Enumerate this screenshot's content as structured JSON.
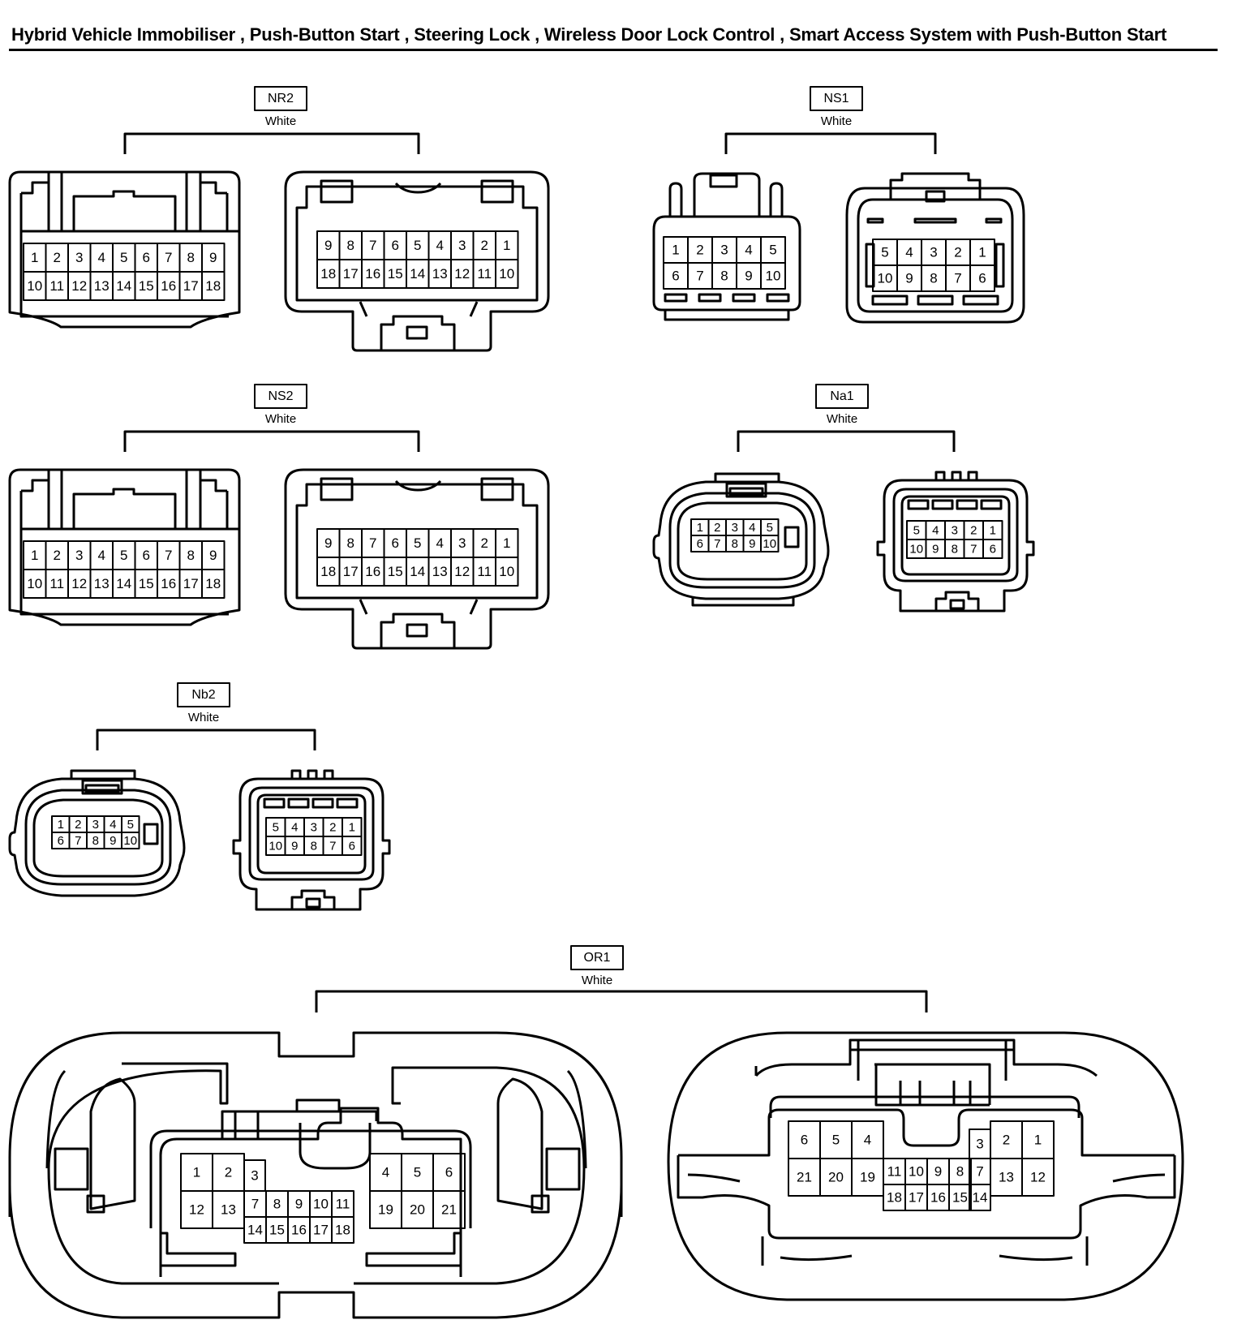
{
  "page": {
    "title": "Hybrid Vehicle Immobiliser , Push-Button Start , Steering Lock , Wireless Door Lock Control , Smart Access System with Push-Button Start"
  },
  "connectors": [
    {
      "id": "NR2",
      "color": "White",
      "left_rows": [
        [
          "1",
          "2",
          "3",
          "4",
          "5",
          "6",
          "7",
          "8",
          "9"
        ],
        [
          "10",
          "11",
          "12",
          "13",
          "14",
          "15",
          "16",
          "17",
          "18"
        ]
      ],
      "right_rows": [
        [
          "9",
          "8",
          "7",
          "6",
          "5",
          "4",
          "3",
          "2",
          "1"
        ],
        [
          "18",
          "17",
          "16",
          "15",
          "14",
          "13",
          "12",
          "11",
          "10"
        ]
      ]
    },
    {
      "id": "NS1",
      "color": "White",
      "left_rows": [
        [
          "1",
          "2",
          "3",
          "4",
          "5"
        ],
        [
          "6",
          "7",
          "8",
          "9",
          "10"
        ]
      ],
      "right_rows": [
        [
          "5",
          "4",
          "3",
          "2",
          "1"
        ],
        [
          "10",
          "9",
          "8",
          "7",
          "6"
        ]
      ]
    },
    {
      "id": "NS2",
      "color": "White",
      "left_rows": [
        [
          "1",
          "2",
          "3",
          "4",
          "5",
          "6",
          "7",
          "8",
          "9"
        ],
        [
          "10",
          "11",
          "12",
          "13",
          "14",
          "15",
          "16",
          "17",
          "18"
        ]
      ],
      "right_rows": [
        [
          "9",
          "8",
          "7",
          "6",
          "5",
          "4",
          "3",
          "2",
          "1"
        ],
        [
          "18",
          "17",
          "16",
          "15",
          "14",
          "13",
          "12",
          "11",
          "10"
        ]
      ]
    },
    {
      "id": "Na1",
      "color": "White",
      "left_rows": [
        [
          "1",
          "2",
          "3",
          "4",
          "5"
        ],
        [
          "6",
          "7",
          "8",
          "9",
          "10"
        ]
      ],
      "right_rows": [
        [
          "5",
          "4",
          "3",
          "2",
          "1"
        ],
        [
          "10",
          "9",
          "8",
          "7",
          "6"
        ]
      ]
    },
    {
      "id": "Nb2",
      "color": "White",
      "left_rows": [
        [
          "1",
          "2",
          "3",
          "4",
          "5"
        ],
        [
          "6",
          "7",
          "8",
          "9",
          "10"
        ]
      ],
      "right_rows": [
        [
          "5",
          "4",
          "3",
          "2",
          "1"
        ],
        [
          "10",
          "9",
          "8",
          "7",
          "6"
        ]
      ]
    },
    {
      "id": "OR1",
      "color": "White",
      "left_pins": [
        "1",
        "2",
        "3",
        "4",
        "5",
        "6",
        "7",
        "8",
        "9",
        "10",
        "11",
        "12",
        "13",
        "14",
        "15",
        "16",
        "17",
        "18",
        "19",
        "20",
        "21"
      ],
      "right_pins": [
        "6",
        "5",
        "4",
        "3",
        "2",
        "1",
        "21",
        "20",
        "19",
        "11",
        "10",
        "9",
        "8",
        "7",
        "13",
        "12",
        "18",
        "17",
        "16",
        "15",
        "14"
      ]
    }
  ]
}
